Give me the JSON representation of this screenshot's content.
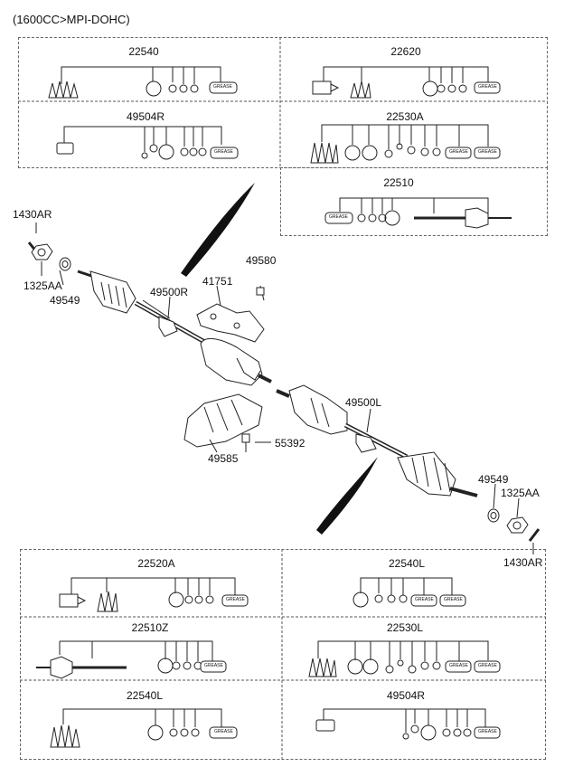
{
  "header": {
    "engine_label": "(1600CC>MPI-DOHC)"
  },
  "kits_top": {
    "k22540": "22540",
    "k22620": "22620",
    "k49504r": "49504R",
    "k22530a": "22530A",
    "k22510": "22510"
  },
  "main_parts": {
    "p1430ar_left": "1430AR",
    "p1325aa_left": "1325AA",
    "p49549_left": "49549",
    "p49500r": "49500R",
    "p41751": "41751",
    "p49580": "49580",
    "p49500l": "49500L",
    "p55392": "55392",
    "p49585": "49585",
    "p49549_right": "49549",
    "p1325aa_right": "1325AA",
    "p1430ar_right": "1430AR"
  },
  "kits_bottom": {
    "k22520a": "22520A",
    "k22540l_a": "22540L",
    "k22510z": "22510Z",
    "k22530l": "22530L",
    "k22540l_b": "22540L",
    "k49504r_b": "49504R"
  },
  "grease_text": "GREASE"
}
